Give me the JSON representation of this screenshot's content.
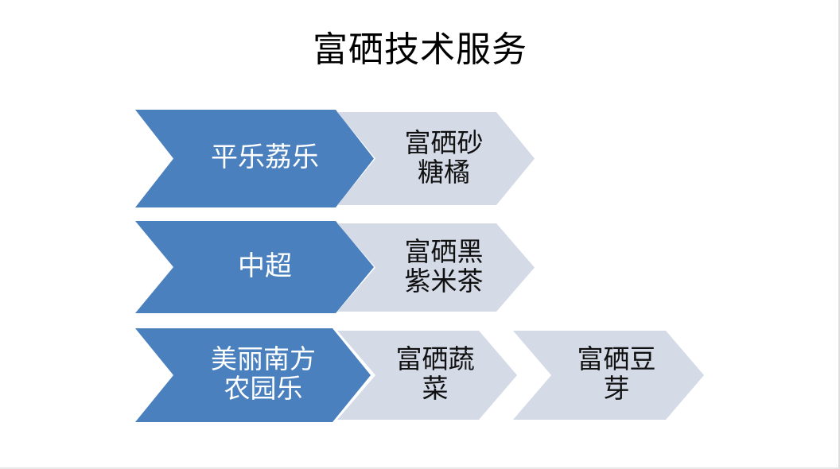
{
  "slide": {
    "title": "富硒技术服务",
    "background_color": "#ffffff",
    "accent_blue": "#4a80bd",
    "accent_gray": "#d4dae6"
  },
  "rows": [
    {
      "source": {
        "label": "平乐荔乐",
        "color": "#4a80bd",
        "text_color": "#ffffff"
      },
      "outputs": [
        {
          "label": "富硒砂\n糖橘",
          "color": "#d4dae6",
          "text_color": "#111111"
        }
      ]
    },
    {
      "source": {
        "label": "中超",
        "color": "#4a80bd",
        "text_color": "#ffffff"
      },
      "outputs": [
        {
          "label": "富硒黑\n紫米茶",
          "color": "#d4dae6",
          "text_color": "#111111"
        }
      ]
    },
    {
      "source": {
        "label": "美丽南方\n农园乐",
        "color": "#4a80bd",
        "text_color": "#ffffff"
      },
      "outputs": [
        {
          "label": "富硒蔬\n菜",
          "color": "#d4dae6",
          "text_color": "#111111"
        },
        {
          "label": "富硒豆\n芽",
          "color": "#d4dae6",
          "text_color": "#111111"
        }
      ]
    }
  ]
}
